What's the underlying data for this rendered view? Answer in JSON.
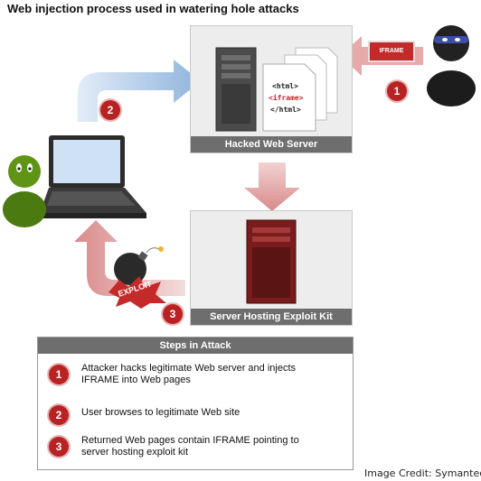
{
  "title": "Web injection process used in watering hole attacks",
  "hacked_server": {
    "caption": "Hacked Web Server"
  },
  "exploit_server": {
    "caption": "Server Hosting Exploit Kit"
  },
  "iframe_label": "IFRAME",
  "exploit_label": "EXPLOIT",
  "doc_lines": [
    "<html>",
    "<iframe>",
    "</html>"
  ],
  "badges": {
    "b1": "1",
    "b2": "2",
    "b3": "3"
  },
  "steps": {
    "title": "Steps in Attack",
    "items": [
      {
        "num": "1",
        "line1": "Attacker hacks legitimate Web server and injects",
        "line2": "IFRAME into Web pages"
      },
      {
        "num": "2",
        "line1": "User browses to legitimate Web site",
        "line2": ""
      },
      {
        "num": "3",
        "line1": "Returned Web pages contain IFRAME pointing to",
        "line2": "server hosting exploit kit"
      }
    ]
  },
  "credit": "Image Credit: Symantec",
  "colors": {
    "arrow_red": "#d98a8a",
    "arrow_blue": "#8fb4dd",
    "badge": "#b82222",
    "caption_bg": "#6e6e6e"
  }
}
